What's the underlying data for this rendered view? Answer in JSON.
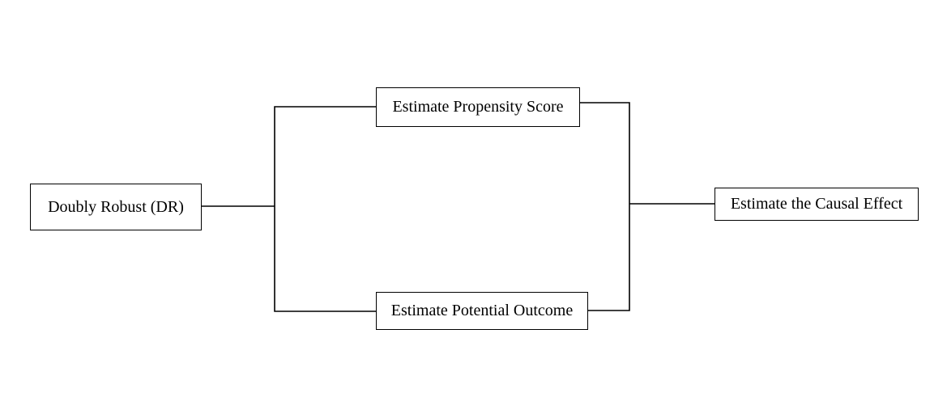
{
  "diagram": {
    "nodes": {
      "doubly_robust": "Doubly Robust (DR)",
      "propensity_score": "Estimate Propensity Score",
      "potential_outcome": "Estimate Potential Outcome",
      "causal_effect": "Estimate the Causal Effect"
    },
    "colors": {
      "line": "#000000",
      "background": "#ffffff"
    }
  }
}
